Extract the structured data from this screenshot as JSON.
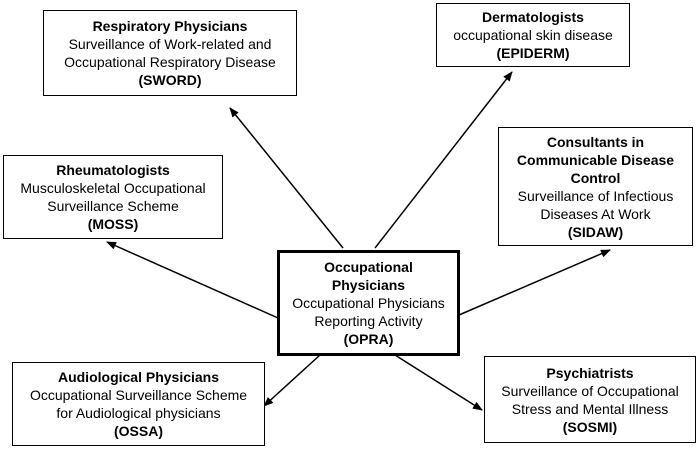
{
  "nodes": {
    "respiratory": {
      "title": "Respiratory Physicians",
      "lines": [
        "Surveillance of Work-related and",
        "Occupational Respiratory Disease"
      ],
      "abbr": "(SWORD)"
    },
    "dermatologists": {
      "title": "Dermatologists",
      "lines": [
        "occupational skin disease"
      ],
      "abbr": "(EPIDERM)"
    },
    "rheumatologists": {
      "title": "Rheumatologists",
      "lines": [
        "Musculoskeletal Occupational",
        "Surveillance Scheme"
      ],
      "abbr": "(MOSS)"
    },
    "communicable": {
      "title_lines": [
        "Consultants in",
        "Communicable Disease",
        "Control"
      ],
      "lines": [
        "Surveillance of Infectious",
        "Diseases At Work"
      ],
      "abbr": "(SIDAW)"
    },
    "occupational": {
      "title_lines": [
        "Occupational",
        "Physicians"
      ],
      "lines": [
        "Occupational Physicians",
        "Reporting Activity"
      ],
      "abbr": "(OPRA)"
    },
    "audiological": {
      "title": "Audiological Physicians",
      "lines": [
        "Occupational Surveillance Scheme",
        "for Audiological physicians"
      ],
      "abbr": "(OSSA)"
    },
    "psychiatrists": {
      "title": "Psychiatrists",
      "lines": [
        "Surveillance of Occupational",
        "Stress and Mental Illness"
      ],
      "abbr": "(SOSMI)"
    }
  },
  "edges": [
    {
      "from": "occupational",
      "to": "respiratory"
    },
    {
      "from": "occupational",
      "to": "dermatologists"
    },
    {
      "from": "occupational",
      "to": "rheumatologists"
    },
    {
      "from": "occupational",
      "to": "communicable"
    },
    {
      "from": "occupational",
      "to": "audiological"
    },
    {
      "from": "occupational",
      "to": "psychiatrists"
    }
  ]
}
